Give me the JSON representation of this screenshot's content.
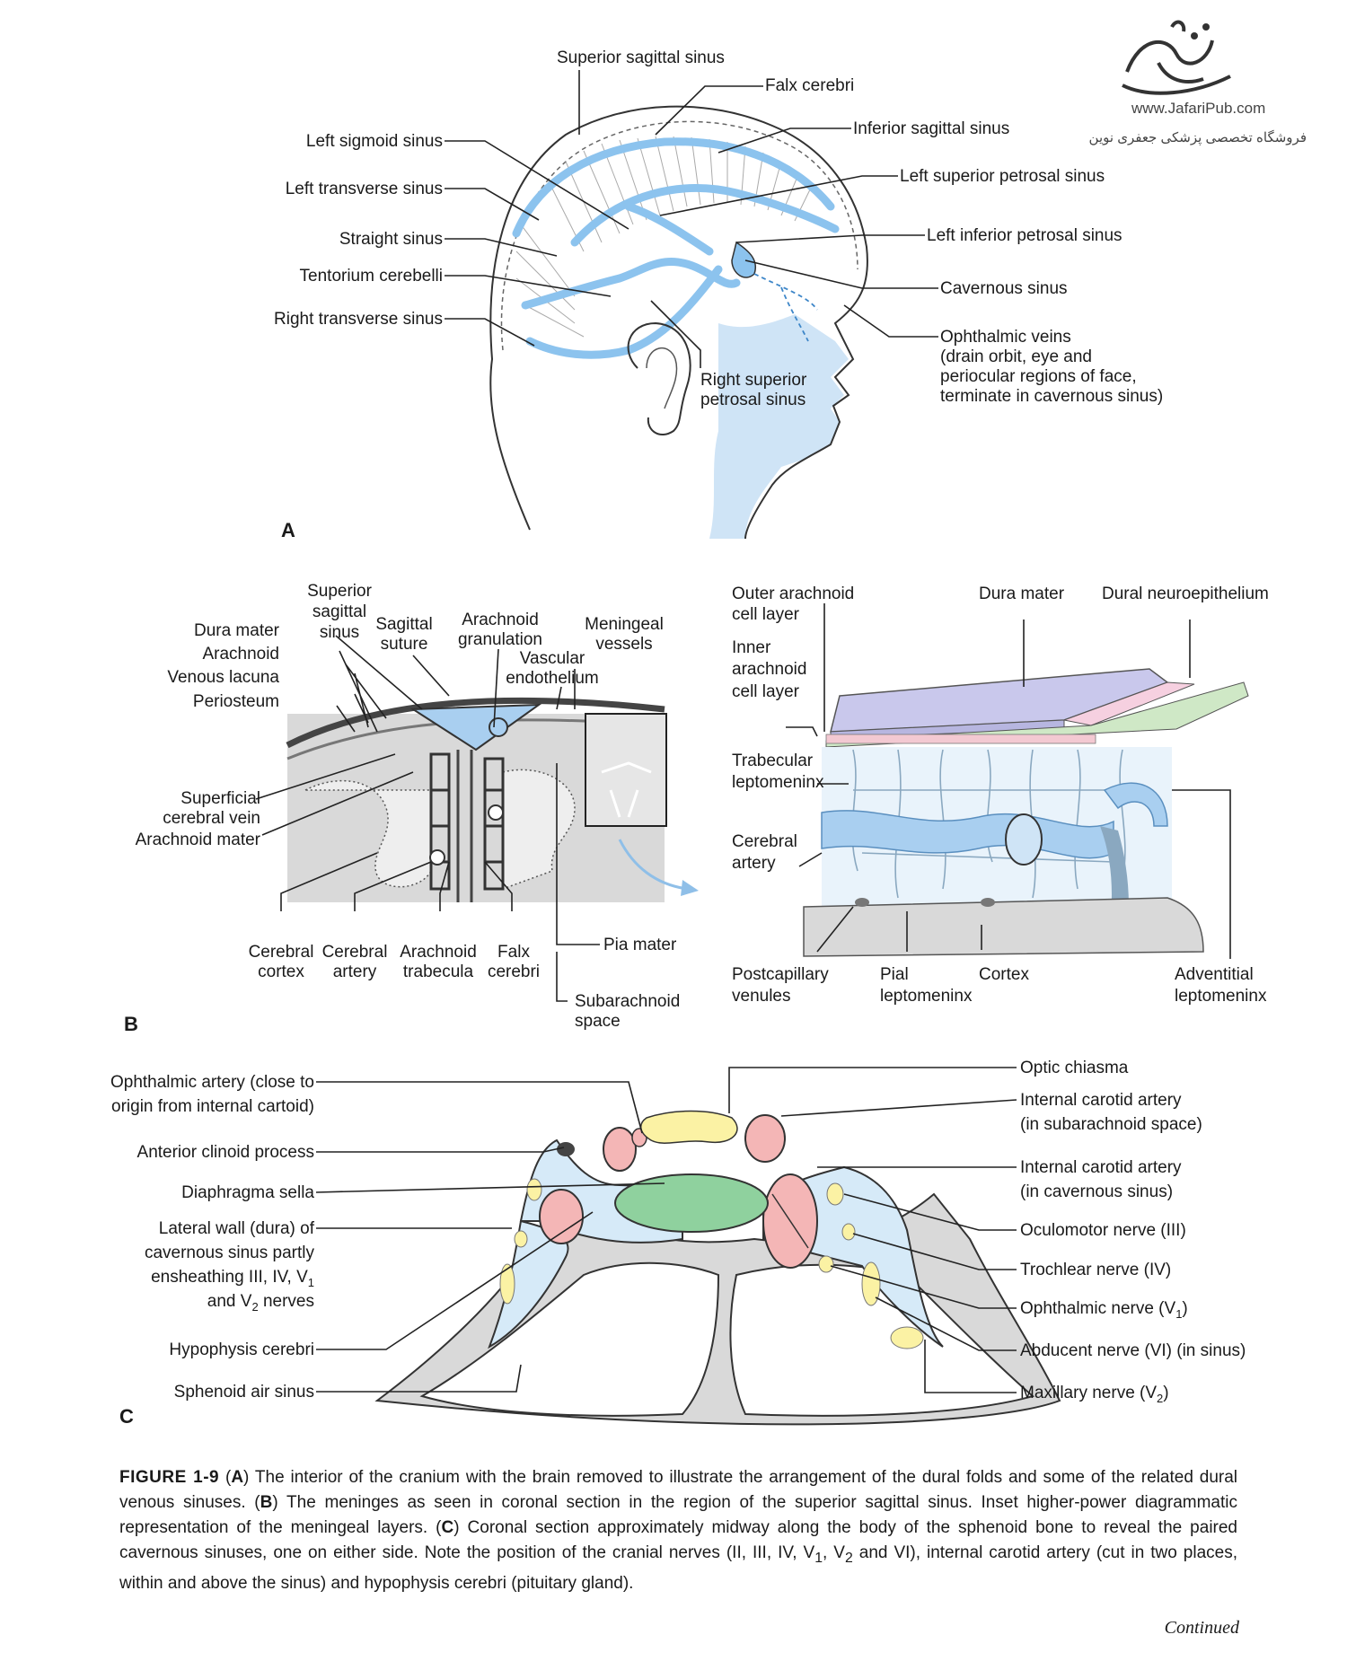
{
  "watermark": {
    "site": "www.JafariPub.com",
    "tagline": "فروشگاه تخصصی پزشکی جعفری نوین"
  },
  "panels": {
    "A": {
      "letter": "A",
      "labels": {
        "superior_sagittal_sinus": "Superior sagittal sinus",
        "falx_cerebri": "Falx cerebri",
        "inferior_sagittal_sinus": "Inferior sagittal sinus",
        "left_superior_petrosal_sinus": "Left superior petrosal sinus",
        "left_inferior_petrosal_sinus": "Left inferior petrosal sinus",
        "cavernous_sinus": "Cavernous sinus",
        "ophthalmic_veins": [
          "Ophthalmic veins",
          "(drain orbit, eye and",
          "periocular regions of face,",
          "terminate in cavernous sinus)"
        ],
        "left_sigmoid_sinus": "Left sigmoid sinus",
        "left_transverse_sinus": "Left transverse sinus",
        "straight_sinus": "Straight sinus",
        "tentorium_cerebelli": "Tentorium cerebelli",
        "right_transverse_sinus": "Right transverse sinus",
        "right_superior_petrosal_sinus": [
          "Right superior",
          "petrosal sinus"
        ]
      }
    },
    "B": {
      "letter": "B",
      "labels": {
        "superior_sagittal_sinus": [
          "Superior",
          "sagittal",
          "sinus"
        ],
        "sagittal_suture": [
          "Sagittal",
          "suture"
        ],
        "arachnoid_granulation": [
          "Arachnoid",
          "granulation"
        ],
        "meningeal_vessels": [
          "Meningeal",
          "vessels"
        ],
        "vascular_endothelium": [
          "Vascular",
          "endothelium"
        ],
        "dura_mater": "Dura mater",
        "arachnoid": "Arachnoid",
        "venous_lacuna": "Venous lacuna",
        "periosteum": "Periosteum",
        "superficial_cerebral_vein": [
          "Superficial",
          "cerebral vein"
        ],
        "arachnoid_mater": "Arachnoid mater",
        "cerebral_cortex": [
          "Cerebral",
          "cortex"
        ],
        "cerebral_artery": [
          "Cerebral",
          "artery"
        ],
        "arachnoid_trabecula": [
          "Arachnoid",
          "trabecula"
        ],
        "falx_cerebri": [
          "Falx",
          "cerebri"
        ],
        "pia_mater": "Pia mater",
        "subarachnoid_space": [
          "Subarachnoid",
          "space"
        ]
      },
      "inset_labels": {
        "outer_arachnoid_cell_layer": [
          "Outer arachnoid",
          "cell layer"
        ],
        "dura_mater": "Dura mater",
        "dural_neuroepithelium": "Dural neuroepithelium",
        "inner_arachnoid_cell_layer": [
          "Inner",
          "arachnoid",
          "cell layer"
        ],
        "trabecular_leptomeninx": [
          "Trabecular",
          "leptomeninx"
        ],
        "cerebral_artery": [
          "Cerebral",
          "artery"
        ],
        "postcapillary_venules": [
          "Postcapillary",
          "venules"
        ],
        "pial_leptomeninx": [
          "Pial",
          "leptomeninx"
        ],
        "cortex": "Cortex",
        "adventitial_leptomeninx": [
          "Adventitial",
          "leptomeninx"
        ]
      }
    },
    "C": {
      "letter": "C",
      "labels": {
        "ophthalmic_artery": [
          "Ophthalmic artery (close to",
          "origin from internal cartoid)"
        ],
        "anterior_clinoid_process": "Anterior clinoid process",
        "diaphragma_sella": "Diaphragma sella",
        "lateral_wall": [
          "Lateral wall (dura) of",
          "cavernous sinus partly",
          "ensheathing III, IV, V",
          "and V",
          " nerves"
        ],
        "hypophysis_cerebri": "Hypophysis cerebri",
        "sphenoid_air_sinus": "Sphenoid air sinus",
        "optic_chiasma": "Optic chiasma",
        "ica_subarachnoid": [
          "Internal carotid artery",
          "(in subarachnoid space)"
        ],
        "ica_cavernous": [
          "Internal carotid artery",
          "(in cavernous sinus)"
        ],
        "oculomotor_nerve": "Oculomotor nerve (III)",
        "trochlear_nerve": "Trochlear nerve (IV)",
        "ophthalmic_nerve": [
          "Ophthalmic nerve (V",
          ")"
        ],
        "abducent_nerve": "Abducent nerve (VI) (in sinus)",
        "maxillary_nerve": [
          "Maxillary nerve (V",
          ")"
        ],
        "subscript_1": "1",
        "subscript_2": "2"
      }
    }
  },
  "caption": {
    "figure_number": "FIGURE 1-9",
    "panel_a_ref": "A",
    "panel_a_text": "The interior of the cranium with the brain removed to illustrate the arrangement of the dural folds and some of the related dural venous sinuses.",
    "panel_b_ref": "B",
    "panel_b_text": "The meninges as seen in coronal section in the region of the superior sagittal sinus. Inset higher-power diagrammatic representation of the meningeal layers.",
    "panel_c_ref": "C",
    "panel_c_text_1": "Coronal section approximately midway along the body of the sphenoid bone to reveal the paired cavernous sinuses, one on either side. Note the position of the cranial nerves (II, III, IV, V",
    "sub1": "1",
    "panel_c_text_2": ", V",
    "sub2": "2",
    "panel_c_text_3": " and VI), internal carotid artery (cut in two places, within and above the sinus) and hypophysis cerebri (pituitary gland)."
  },
  "continued": "Continued",
  "colors": {
    "sinus_blue": "#a9cff0",
    "light_blue": "#d6eaf8",
    "artery_red": "#f4b6b6",
    "nerve_yellow": "#fbf2a4",
    "pituitary_green": "#8fd19e",
    "dura_lavender": "#c9c8ec",
    "neuroepithelium_pink": "#f6d0e0",
    "arachnoid_green": "#cfe8c6",
    "bone_gray": "#dcdcdc"
  }
}
